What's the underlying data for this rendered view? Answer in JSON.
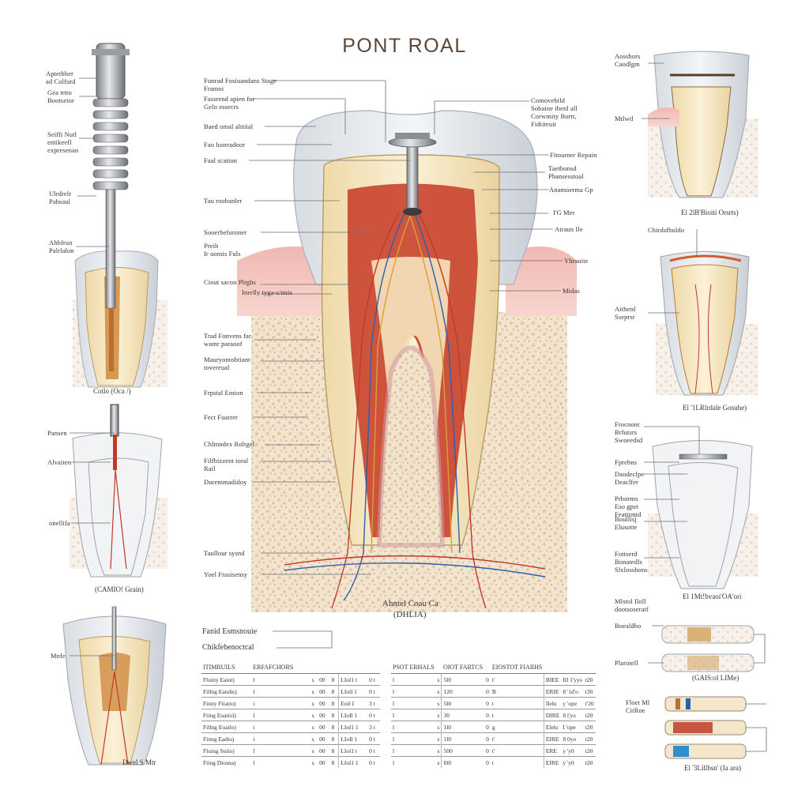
{
  "title": "PONT ROAL",
  "center_caption": [
    "Ahntel Coau Ca",
    "(DHLIA)"
  ],
  "center_left_labels": [
    [
      "Funrad Fosiuandans Stage",
      "Framoi"
    ],
    [
      "Fassrend apien for",
      "Gelo essecrs"
    ],
    [
      "Baed omal alttiial"
    ],
    [
      "Fao luorradoor"
    ],
    [
      "Faal scation"
    ],
    [
      "Tau roobanler"
    ],
    [
      "Sooerbeforoner"
    ],
    [
      "Preib",
      "Ir oomis Fuls"
    ],
    [
      "Ciout sacon Plrghs"
    ],
    [
      "Inrelly tyga-s/nnis"
    ],
    [
      "Trad Fonvens far",
      "wamr paraoof"
    ],
    [
      "Mauryontobtiant",
      "tovereual"
    ],
    [
      "Frpstal Emion"
    ],
    [
      "Fect Fuarrer"
    ],
    [
      "Chlmndex Roltgel"
    ],
    [
      "Filfbizzent toral",
      "Rail"
    ],
    [
      "Duremmadidoy"
    ],
    [
      "Taullour sysnd"
    ],
    [
      "Yoel Frasisensy"
    ]
  ],
  "center_right_labels": [
    [
      "Comovebtld",
      "Sobaine ibenl all",
      "Corwmity Bortt,",
      "Fidtiteuit"
    ],
    [
      "Fitourner Repain"
    ],
    [
      "Taetbonsd",
      "Pbansesstoal"
    ],
    [
      "Anamoerma Gp"
    ],
    [
      "I'G Mer"
    ],
    [
      "Atraun Ile"
    ],
    [
      "Yhrauite"
    ],
    [
      "Midas"
    ]
  ],
  "left_labels": [
    [
      "Aptetbher",
      "ad Colfurd"
    ],
    [
      "Gea trtto",
      "Bootsetor"
    ],
    [
      "Seiffi Nutl",
      "entikeefl",
      "expresenan"
    ],
    [
      "Ulrdrelr",
      "Pabsaul"
    ],
    [
      "Ahhfrun",
      "Palrlalon"
    ],
    [
      "Pansen"
    ],
    [
      "Alvaiten"
    ],
    [
      "onellifa"
    ],
    [
      "Mnfe"
    ]
  ],
  "left_captions": [
    "Cotlo (Oca /)",
    "(CAMIO! Grain)",
    "Dwel S Mtr"
  ],
  "right_labels": [
    [
      "Aosshors",
      "Caodlgm"
    ],
    [
      "Mtlwtl"
    ],
    [
      "Chirdsfbuldo"
    ],
    [
      "Aithetd",
      "Sseprsr"
    ],
    [
      "Frocnont",
      "Brfutsrs",
      "Swoeedsd"
    ],
    [
      "Fprebns"
    ],
    [
      "Daodeclpe",
      "Deaclfer"
    ],
    [
      "Prborms",
      "Eso gpet",
      "Feattimtd"
    ],
    [
      "Boullisj",
      "Elusotte"
    ],
    [
      "Fottserd",
      "Bonatedls",
      "Slxlosshons"
    ],
    [
      "Mlstol Iloll",
      "dootsoseratf"
    ],
    [
      "Boealdbo"
    ],
    [
      "Plarotell"
    ],
    [
      "Floet Ml",
      "CitRoe"
    ]
  ],
  "right_captions": [
    "El 2lB'Bioiti Orsrts)",
    "El '1LRlrdale Gosuhe)",
    "El 1Mt!bvaoi'OA'ori",
    "(GAIS:ol LIMe)",
    "El '3Lillbsn' (Ia ara)"
  ],
  "bottom_labels": [
    "Fanid Esmsnouie",
    "Chikfebenoctcal"
  ],
  "tables": [
    {
      "headers": [
        "ITIMRUILS",
        "ERFAFCHORS",
        "",
        "",
        "",
        "",
        ""
      ],
      "rows": [
        [
          "Fluiny Eaiot)",
          "l",
          "s",
          "00",
          "8",
          "LIol1 t",
          "0 t"
        ],
        [
          "Fillng Eandis)",
          "l",
          "s",
          "00",
          "8",
          "LIoll 1",
          "0 t"
        ],
        [
          "Finny Fiiatio)",
          "i",
          "s",
          "00",
          "8",
          "Eoil I",
          "3 t"
        ],
        [
          "Fiing Euatiol)",
          "l",
          "s",
          "00",
          "8",
          "LIoIl 1",
          "0 t"
        ],
        [
          "Fillng Eoailo)",
          "i",
          "s",
          "00",
          "8",
          "LIol1 1",
          "3 t"
        ],
        [
          "Finng Eadio)",
          "i",
          "s",
          "00",
          "8",
          "LIoIl 1",
          "0 t"
        ],
        [
          "Fluing Suiio)",
          "l",
          "s",
          "00",
          "8",
          "LIol1 t",
          "0 t"
        ],
        [
          "Fiing Diosna)",
          "l",
          "s",
          "00",
          "8",
          "LIol1 1",
          "0 t"
        ]
      ]
    },
    {
      "headers": [
        "PSOT ERHALS",
        "",
        "OIOT FARTCS",
        "",
        "EIOSTOT FIAIIHS",
        "",
        "",
        ""
      ],
      "rows": [
        [
          "l",
          "s",
          "5l0",
          "0",
          "t'",
          "BIEE",
          "IlI 1'yys",
          "t20"
        ],
        [
          "l",
          "s",
          "120",
          "0",
          "B",
          "ERIE",
          "8 '1d'o",
          "t30"
        ],
        [
          "l",
          "s",
          "5l0",
          "0",
          "t",
          "Ilelu",
          "y 'ope",
          "t'20"
        ],
        [
          "l",
          "s",
          "30",
          "0",
          "t",
          "DIRE",
          "8 t'yo",
          "t20"
        ],
        [
          "l",
          "s",
          "1l0",
          "0",
          "g",
          "Elelu",
          "I 'ope",
          "t20"
        ],
        [
          "l",
          "s",
          "1l0",
          "0",
          "t'",
          "EIRE",
          "8 0yo",
          "t20"
        ],
        [
          "l",
          "s",
          "500",
          "0",
          "t'",
          "ERE",
          "y 'y0",
          "t20"
        ],
        [
          "l",
          "s",
          "l00",
          "0",
          "t",
          "EIRE",
          "y 'y0",
          "t20"
        ]
      ]
    }
  ]
}
